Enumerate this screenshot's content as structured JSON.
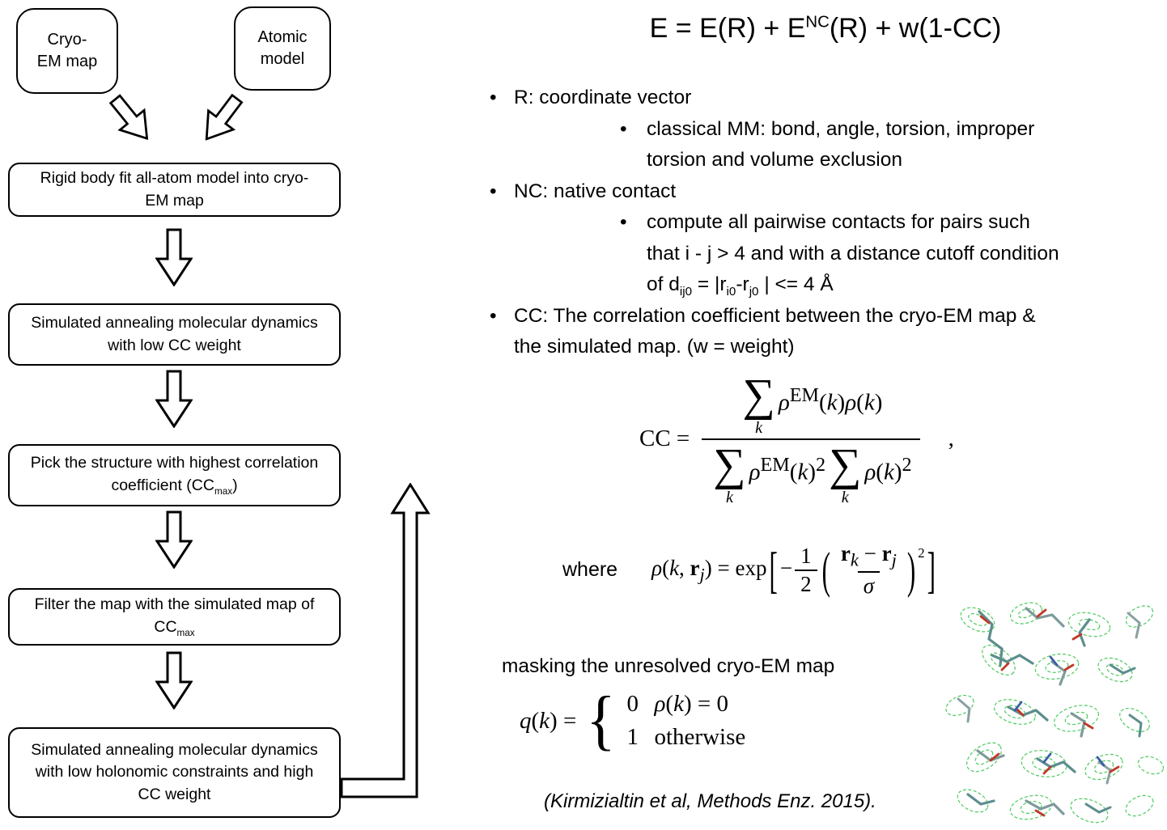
{
  "flowchart": {
    "sources": [
      {
        "label": "Cryo-\nEM map"
      },
      {
        "label": "Atomic\nmodel"
      }
    ],
    "steps": [
      {
        "segments": [
          {
            "t": "text",
            "v": "Rigid body fit all-atom model into cryo-EM map"
          }
        ]
      },
      {
        "segments": [
          {
            "t": "text",
            "v": "Simulated annealing molecular dynamics with low CC weight"
          }
        ]
      },
      {
        "segments": [
          {
            "t": "text",
            "v": "Pick the structure with highest correlation coefficient (CC"
          },
          {
            "t": "sub",
            "v": "max"
          },
          {
            "t": "text",
            "v": ")"
          }
        ]
      },
      {
        "segments": [
          {
            "t": "text",
            "v": "Filter the map with the simulated map of CC"
          },
          {
            "t": "sub",
            "v": "max"
          }
        ]
      },
      {
        "segments": [
          {
            "t": "text",
            "v": "Simulated annealing molecular dynamics with low holonomic constraints and high CC weight"
          }
        ]
      }
    ]
  },
  "equation_title": {
    "segments": [
      {
        "t": "text",
        "v": "E = E(R) + E"
      },
      {
        "t": "sup",
        "v": "NC"
      },
      {
        "t": "text",
        "v": "(R) + w(1-CC)"
      }
    ]
  },
  "bullets": [
    {
      "level": 1,
      "segments": [
        {
          "t": "text",
          "v": "R: coordinate vector"
        }
      ]
    },
    {
      "level": 2,
      "segments": [
        {
          "t": "text",
          "v": "classical MM: bond, angle, torsion, improper"
        },
        {
          "t": "br"
        },
        {
          "t": "text",
          "v": "torsion and volume exclusion"
        }
      ]
    },
    {
      "level": 1,
      "segments": [
        {
          "t": "text",
          "v": "NC: native contact"
        }
      ]
    },
    {
      "level": 2,
      "segments": [
        {
          "t": "text",
          "v": "compute all pairwise contacts for pairs such"
        },
        {
          "t": "br"
        },
        {
          "t": "text",
          "v": "that i - j > 4 and with a distance cutoff condition"
        },
        {
          "t": "br"
        },
        {
          "t": "text",
          "v": "of d"
        },
        {
          "t": "sub",
          "v": "ij0"
        },
        {
          "t": "text",
          "v": " = |r"
        },
        {
          "t": "sub",
          "v": "i0"
        },
        {
          "t": "text",
          "v": "-r"
        },
        {
          "t": "sub",
          "v": "j0"
        },
        {
          "t": "text",
          "v": " | <= 4 Å"
        }
      ]
    },
    {
      "level": 1,
      "segments": [
        {
          "t": "text",
          "v": "CC: The correlation coefficient between the cryo-EM map &"
        },
        {
          "t": "br"
        },
        {
          "t": "text",
          "v": "the simulated map. (w = weight)"
        }
      ]
    }
  ],
  "cc_equation": {
    "segments": [
      {
        "t": "text",
        "v": "CC ="
      },
      {
        "t": "frac",
        "num": [
          {
            "t": "sum",
            "v": "k"
          },
          {
            "t": "i",
            "v": "ρ"
          },
          {
            "t": "sup",
            "v": "EM"
          },
          {
            "t": "text",
            "v": "("
          },
          {
            "t": "i",
            "v": "k"
          },
          {
            "t": "text",
            "v": ")"
          },
          {
            "t": "i",
            "v": "ρ"
          },
          {
            "t": "text",
            "v": "("
          },
          {
            "t": "i",
            "v": "k"
          },
          {
            "t": "text",
            "v": ")"
          }
        ],
        "den": [
          {
            "t": "sum",
            "v": "k"
          },
          {
            "t": "i",
            "v": "ρ"
          },
          {
            "t": "sup",
            "v": "EM"
          },
          {
            "t": "text",
            "v": "("
          },
          {
            "t": "i",
            "v": "k"
          },
          {
            "t": "text",
            "v": ")"
          },
          {
            "t": "sup",
            "v": "2"
          },
          {
            "t": "sum",
            "v": "k"
          },
          {
            "t": "i",
            "v": "ρ"
          },
          {
            "t": "text",
            "v": "("
          },
          {
            "t": "i",
            "v": "k"
          },
          {
            "t": "text",
            "v": ")"
          },
          {
            "t": "sup",
            "v": "2"
          }
        ]
      },
      {
        "t": "text",
        "v": ","
      }
    ]
  },
  "where_equation": {
    "label": "where",
    "segments": [
      {
        "t": "i",
        "v": "ρ"
      },
      {
        "t": "text",
        "v": "("
      },
      {
        "t": "i",
        "v": "k"
      },
      {
        "t": "text",
        "v": ", "
      },
      {
        "t": "b",
        "v": "r"
      },
      {
        "t": "subi",
        "v": "j"
      },
      {
        "t": "text",
        "v": ") = exp"
      },
      {
        "t": "big",
        "v": "["
      },
      {
        "t": "text",
        "v": "−"
      },
      {
        "t": "frac",
        "num": [
          {
            "t": "text",
            "v": "1"
          }
        ],
        "den": [
          {
            "t": "text",
            "v": "2"
          }
        ]
      },
      {
        "t": "big",
        "v": "("
      },
      {
        "t": "frac",
        "num": [
          {
            "t": "b",
            "v": "r"
          },
          {
            "t": "subi",
            "v": "k"
          },
          {
            "t": "text",
            "v": " − "
          },
          {
            "t": "b",
            "v": "r"
          },
          {
            "t": "subi",
            "v": "j"
          }
        ],
        "den": [
          {
            "t": "i",
            "v": "σ"
          }
        ]
      },
      {
        "t": "big",
        "v": ")"
      },
      {
        "t": "sup",
        "v": "2"
      },
      {
        "t": "big",
        "v": "]"
      }
    ]
  },
  "masking": {
    "caption": "masking the unresolved cryo-EM map",
    "lhs": [
      {
        "t": "i",
        "v": "q"
      },
      {
        "t": "text",
        "v": "("
      },
      {
        "t": "i",
        "v": "k"
      },
      {
        "t": "text",
        "v": ") ="
      }
    ],
    "brace": "{",
    "cases": [
      {
        "value": "0",
        "condition": [
          {
            "t": "i",
            "v": "ρ"
          },
          {
            "t": "text",
            "v": "("
          },
          {
            "t": "i",
            "v": "k"
          },
          {
            "t": "text",
            "v": ") = 0"
          }
        ]
      },
      {
        "value": "1",
        "condition": [
          {
            "t": "text",
            "v": "otherwise"
          }
        ]
      }
    ]
  },
  "citation": "(Kirmizialtin et al, Methods Enz. 2015)."
}
